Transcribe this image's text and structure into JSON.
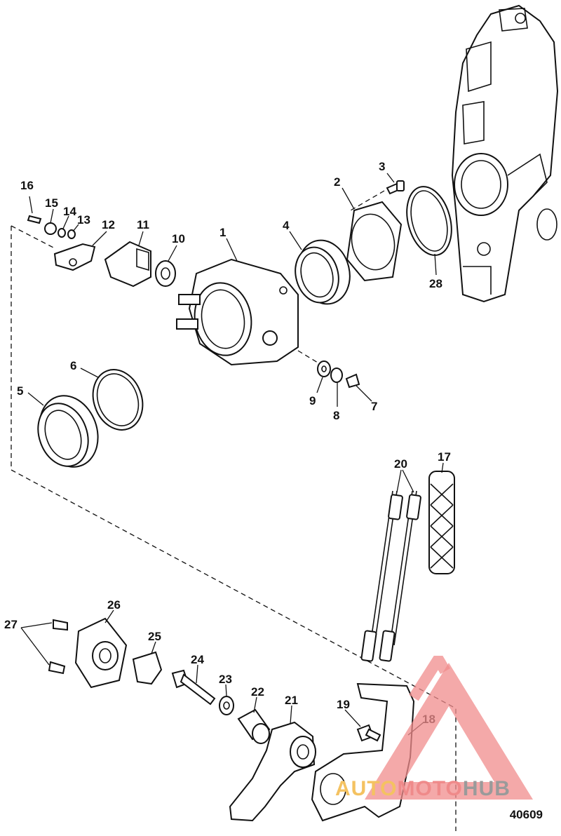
{
  "diagram_number": "40609",
  "callouts": [
    "1",
    "2",
    "3",
    "4",
    "5",
    "6",
    "7",
    "8",
    "9",
    "10",
    "11",
    "12",
    "13",
    "14",
    "15",
    "16",
    "17",
    "18",
    "19",
    "20",
    "21",
    "22",
    "23",
    "24",
    "25",
    "26",
    "27",
    "28"
  ],
  "watermark": {
    "part1": "AUTO",
    "part2": "MOTO",
    "part3": "HUB"
  },
  "colors": {
    "line": "#111111",
    "watermark_red": "#f08c8c",
    "watermark_yellow": "#f4c261",
    "watermark_gray": "#9a9a9a"
  }
}
